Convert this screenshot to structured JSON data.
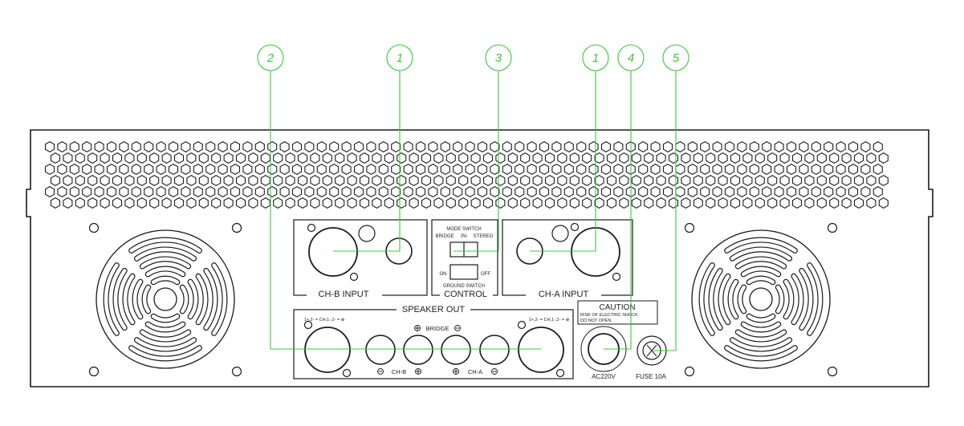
{
  "callouts": {
    "c1": "2",
    "c2": "1",
    "c3": "3",
    "c4": "1",
    "c5": "4",
    "c6": "5"
  },
  "panels": {
    "chb_input": "CH-B INPUT",
    "cha_input": "CH-A INPUT",
    "control": "CONTROL",
    "speaker_out": "SPEAKER OUT"
  },
  "control": {
    "mode_switch": "MODE  SWITCH",
    "bridge": "BRIDGE",
    "pa": "PA",
    "stereo": "STEREO",
    "on": "ON",
    "off": "OFF",
    "ground_switch": "GROUND  SWITCH"
  },
  "speaker": {
    "bridge": "BRIDGE",
    "chb": "CH-B",
    "cha": "CH-A",
    "left_pinout": "1+,2- = CH,1-,2- = ⊕",
    "right_pinout": "1+,2- = CH,1-,2- = ⊕"
  },
  "caution": {
    "title": "CAUTION",
    "line1": "RISK OF ELECTRIC SHOCK",
    "line2": "DO NOT OPEN"
  },
  "power": {
    "ac_label": "AC220V",
    "fuse_label": "FUSE 10A"
  },
  "colors": {
    "line": "#1a1a1a",
    "callout": "#3cc63c"
  }
}
